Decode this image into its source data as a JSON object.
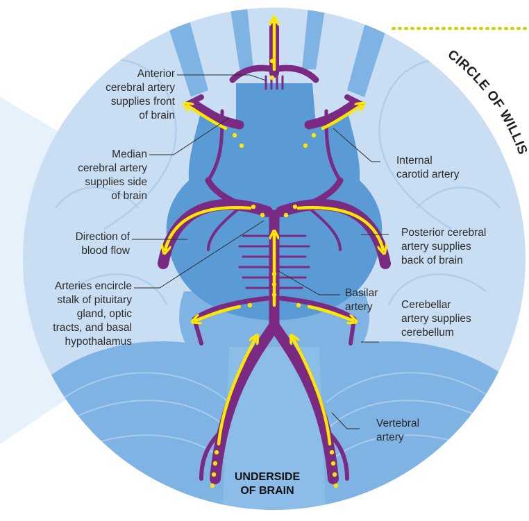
{
  "title": "CIRCLE OF WILLIS",
  "caption": {
    "line1": "UNDERSIDE",
    "line2": "OF BRAIN"
  },
  "labels": {
    "anterior": [
      "Anterior",
      "cerebral artery",
      "supplies front",
      "of brain"
    ],
    "median": [
      "Median",
      "cerebral artery",
      "supplies side",
      "of brain"
    ],
    "direction": [
      "Direction of",
      "blood flow"
    ],
    "encircle": [
      "Arteries encircle",
      "stalk of pituitary",
      "gland, optic",
      "tracts, and basal",
      "hypothalamus"
    ],
    "internal": [
      "Internal",
      "carotid artery"
    ],
    "posterior": [
      "Posterior cerebral",
      "artery supplies",
      "back of brain"
    ],
    "basilar": [
      "Basilar",
      "artery"
    ],
    "cerebellar": [
      "Cerebellar",
      "artery supplies",
      "cerebellum"
    ],
    "vertebral": [
      "Vertebral",
      "artery"
    ]
  },
  "colors": {
    "circle_bg": "#c9def3",
    "brain_blue": "#5b9bd5",
    "brain_mid": "#7fb3e3",
    "artery": "#7a2a82",
    "flow": "#ffe600",
    "dotted_accent": "#c8d400"
  }
}
